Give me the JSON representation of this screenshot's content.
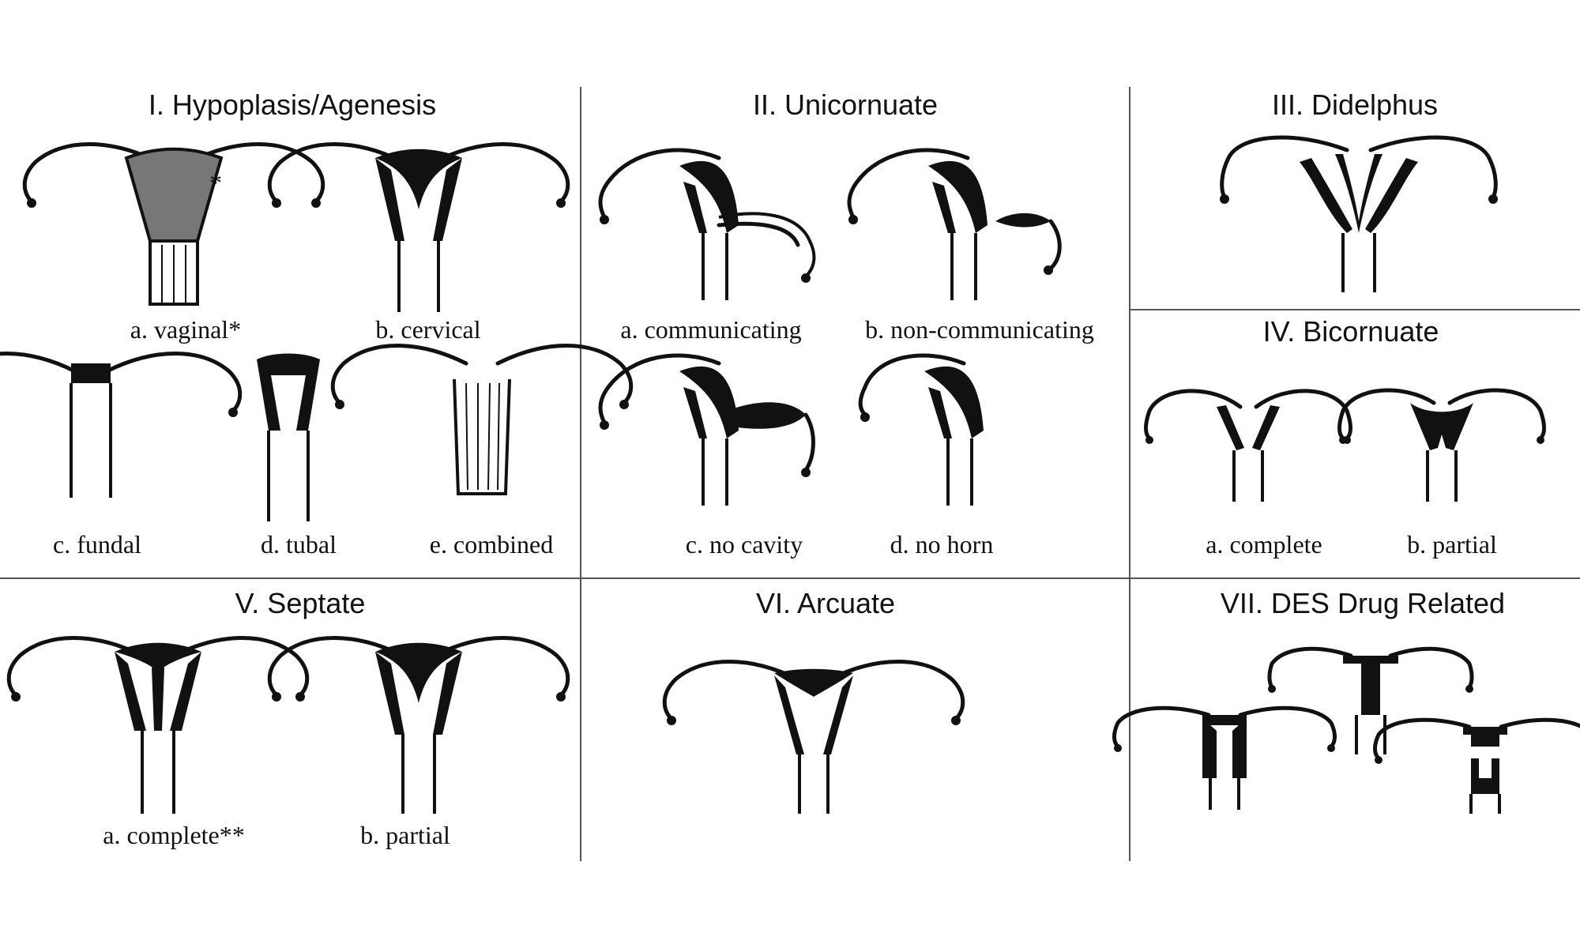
{
  "panels": {
    "p1": {
      "title": "I.  Hypoplasis/Agenesis",
      "labels": [
        "a. vaginal*",
        "b. cervical",
        "c. fundal",
        "d. tubal",
        "e. combined"
      ],
      "marker": "*"
    },
    "p2": {
      "title": "II.  Unicornuate",
      "labels": [
        "a. communicating",
        "b. non-communicating",
        "c. no cavity",
        "d. no horn"
      ]
    },
    "p3": {
      "title": "III.  Didelphus"
    },
    "p4": {
      "title": "IV.  Bicornuate",
      "labels": [
        "a. complete",
        "b. partial"
      ]
    },
    "p5": {
      "title": "V.  Septate",
      "labels": [
        "a. complete**",
        "b. partial"
      ]
    },
    "p6": {
      "title": "VI.  Arcuate"
    },
    "p7": {
      "title": "VII.  DES Drug Related"
    }
  },
  "colors": {
    "ink": "#111111",
    "grid": "#555555",
    "background": "#ffffff"
  }
}
